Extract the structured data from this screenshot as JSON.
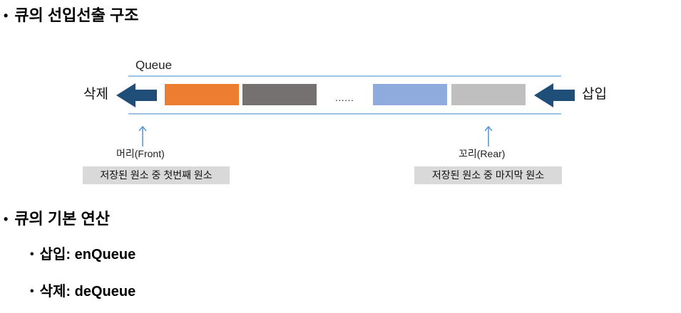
{
  "colors": {
    "arrow": "#1F4E79",
    "pointer": "#5B9BD5",
    "border_lines": "#9DC3E6",
    "description_bg": "#D9D9D9"
  },
  "icons": {
    "delete_arrow": "arrow-left-icon",
    "insert_arrow": "arrow-left-icon",
    "front_pointer": "arrow-up-icon",
    "rear_pointer": "arrow-up-icon"
  },
  "fifo": {
    "heading": "큐의 선입선출 구조",
    "diagram": {
      "queue_label": "Queue",
      "delete_label": "삭제",
      "insert_label": "삽입",
      "ellipsis": "......",
      "elements": [
        {
          "color": "#ED7D31"
        },
        {
          "color": "#767171"
        },
        {
          "color": "#8FAADC"
        },
        {
          "color": "#BFBFBF"
        }
      ],
      "front": {
        "label": "머리(Front)",
        "description": "저장된 원소 중 첫번째 원소"
      },
      "rear": {
        "label": "꼬리(Rear)",
        "description": "저장된 원소 중 마지막 원소"
      }
    }
  },
  "operations": {
    "heading": "큐의 기본 연산",
    "items": [
      "삽입: enQueue",
      "삭제: deQueue"
    ]
  }
}
